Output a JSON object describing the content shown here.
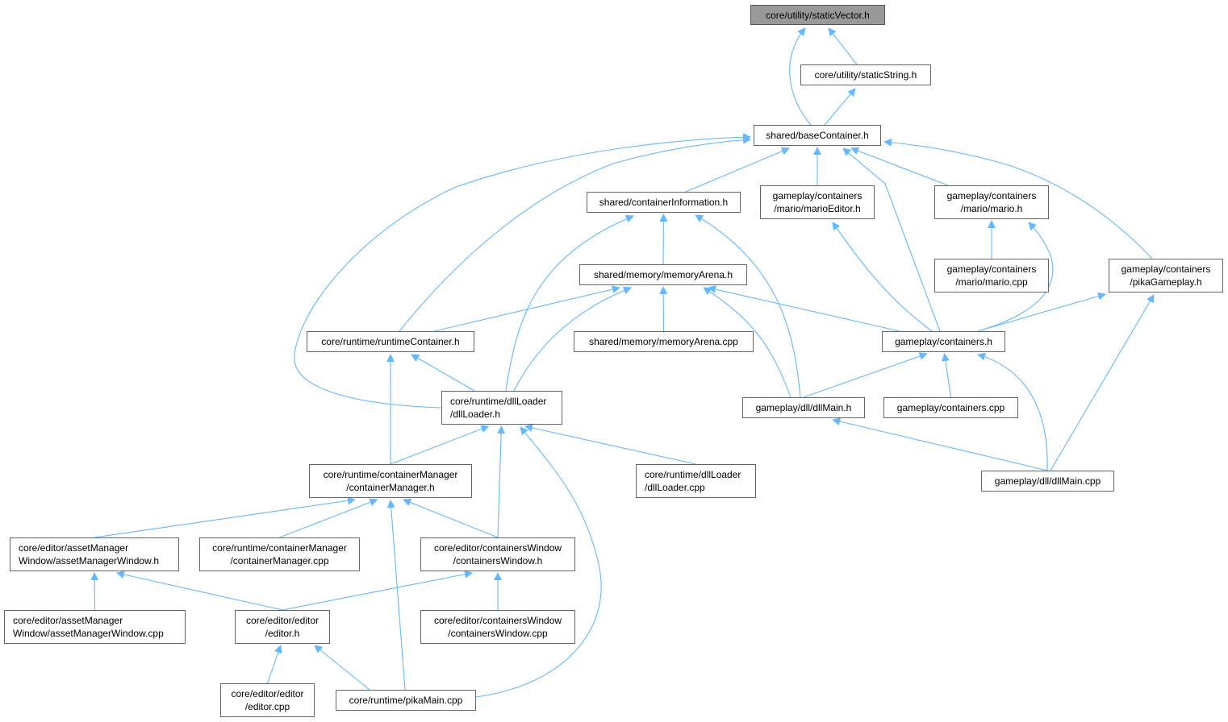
{
  "graph": {
    "root": "staticVector",
    "colors": {
      "edge": "#63b8ff",
      "root_fill": "#999999",
      "node_border": "#666666"
    },
    "nodes": {
      "staticVector": {
        "lines": [
          "core/utility/staticVector.h"
        ]
      },
      "staticString": {
        "lines": [
          "core/utility/staticString.h"
        ]
      },
      "baseContainer": {
        "lines": [
          "shared/baseContainer.h"
        ]
      },
      "containerInformation": {
        "lines": [
          "shared/containerInformation.h"
        ]
      },
      "marioEditor": {
        "lines": [
          "gameplay/containers",
          "/mario/marioEditor.h"
        ]
      },
      "marioH": {
        "lines": [
          "gameplay/containers",
          "/mario/mario.h"
        ]
      },
      "marioCpp": {
        "lines": [
          "gameplay/containers",
          "/mario/mario.cpp"
        ]
      },
      "pikaGameplay": {
        "lines": [
          "gameplay/containers",
          "/pikaGameplay.h"
        ]
      },
      "memoryArenaH": {
        "lines": [
          "shared/memory/memoryArena.h"
        ]
      },
      "runtimeContainer": {
        "lines": [
          "core/runtime/runtimeContainer.h"
        ]
      },
      "memoryArenaCpp": {
        "lines": [
          "shared/memory/memoryArena.cpp"
        ]
      },
      "containersH": {
        "lines": [
          "gameplay/containers.h"
        ]
      },
      "dllLoaderH": {
        "lines": [
          "core/runtime/dllLoader",
          "/dllLoader.h"
        ]
      },
      "dllMainH": {
        "lines": [
          "gameplay/dll/dllMain.h"
        ]
      },
      "containersCpp": {
        "lines": [
          "gameplay/containers.cpp"
        ]
      },
      "containerManagerH": {
        "lines": [
          "core/runtime/containerManager",
          "/containerManager.h"
        ]
      },
      "dllLoaderCpp": {
        "lines": [
          "core/runtime/dllLoader",
          "/dllLoader.cpp"
        ]
      },
      "dllMainCpp": {
        "lines": [
          "gameplay/dll/dllMain.cpp"
        ]
      },
      "assetManagerWindowH": {
        "lines": [
          "core/editor/assetManager",
          "Window/assetManagerWindow.h"
        ]
      },
      "containerManagerCpp": {
        "lines": [
          "core/runtime/containerManager",
          "/containerManager.cpp"
        ]
      },
      "containersWindowH": {
        "lines": [
          "core/editor/containersWindow",
          "/containersWindow.h"
        ]
      },
      "assetManagerWindowCpp": {
        "lines": [
          "core/editor/assetManager",
          "Window/assetManagerWindow.cpp"
        ]
      },
      "editorH": {
        "lines": [
          "core/editor/editor",
          "/editor.h"
        ]
      },
      "containersWindowCpp": {
        "lines": [
          "core/editor/containersWindow",
          "/containersWindow.cpp"
        ]
      },
      "editorCpp": {
        "lines": [
          "core/editor/editor",
          "/editor.cpp"
        ]
      },
      "pikaMain": {
        "lines": [
          "core/runtime/pikaMain.cpp"
        ]
      }
    },
    "edges": [
      [
        "staticString",
        "staticVector"
      ],
      [
        "baseContainer",
        "staticVector"
      ],
      [
        "baseContainer",
        "staticString"
      ],
      [
        "containerInformation",
        "baseContainer"
      ],
      [
        "marioEditor",
        "baseContainer"
      ],
      [
        "marioH",
        "baseContainer"
      ],
      [
        "pikaGameplay",
        "baseContainer"
      ],
      [
        "containersH",
        "baseContainer"
      ],
      [
        "runtimeContainer",
        "baseContainer"
      ],
      [
        "dllLoaderH",
        "baseContainer"
      ],
      [
        "marioCpp",
        "marioH"
      ],
      [
        "memoryArenaH",
        "containerInformation"
      ],
      [
        "dllLoaderH",
        "containerInformation"
      ],
      [
        "dllMainH",
        "containerInformation"
      ],
      [
        "runtimeContainer",
        "memoryArenaH"
      ],
      [
        "memoryArenaCpp",
        "memoryArenaH"
      ],
      [
        "containersH",
        "memoryArenaH"
      ],
      [
        "dllLoaderH",
        "memoryArenaH"
      ],
      [
        "dllMainH",
        "memoryArenaH"
      ],
      [
        "containersH",
        "marioEditor"
      ],
      [
        "containersH",
        "marioH"
      ],
      [
        "containersH",
        "pikaGameplay"
      ],
      [
        "dllMainCpp",
        "pikaGameplay"
      ],
      [
        "containerManagerH",
        "runtimeContainer"
      ],
      [
        "dllLoaderH",
        "runtimeContainer"
      ],
      [
        "dllMainH",
        "containersH"
      ],
      [
        "containersCpp",
        "containersH"
      ],
      [
        "dllMainCpp",
        "containersH"
      ],
      [
        "dllMainCpp",
        "dllMainH"
      ],
      [
        "containerManagerH",
        "dllLoaderH"
      ],
      [
        "dllLoaderCpp",
        "dllLoaderH"
      ],
      [
        "containersWindowH",
        "dllLoaderH"
      ],
      [
        "pikaMain",
        "dllLoaderH"
      ],
      [
        "assetManagerWindowH",
        "containerManagerH"
      ],
      [
        "containerManagerCpp",
        "containerManagerH"
      ],
      [
        "containersWindowH",
        "containerManagerH"
      ],
      [
        "pikaMain",
        "containerManagerH"
      ],
      [
        "assetManagerWindowCpp",
        "assetManagerWindowH"
      ],
      [
        "editorH",
        "assetManagerWindowH"
      ],
      [
        "editorH",
        "containersWindowH"
      ],
      [
        "containersWindowCpp",
        "containersWindowH"
      ],
      [
        "editorCpp",
        "editorH"
      ],
      [
        "pikaMain",
        "editorH"
      ]
    ]
  }
}
